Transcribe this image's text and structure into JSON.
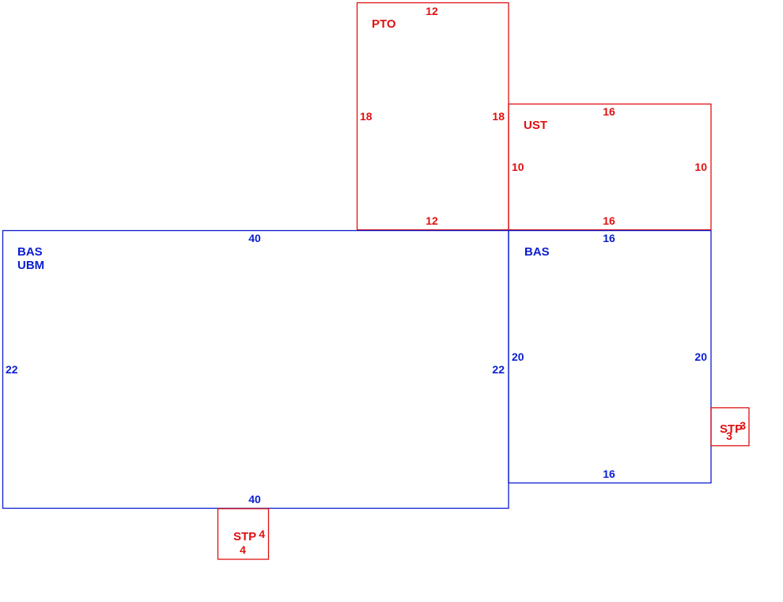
{
  "colors": {
    "blue": "#0a1ed0",
    "red": "#e01010"
  },
  "areas": {
    "pto": {
      "label": "PTO",
      "top": "12",
      "bottom": "12",
      "left": "18",
      "right": "18"
    },
    "ust": {
      "label": "UST",
      "top": "16",
      "bottom": "16",
      "left": "10",
      "right": "10"
    },
    "bas_main": {
      "label_line1": "BAS",
      "label_line2": "UBM",
      "top": "40",
      "bottom": "40",
      "left": "22",
      "right": "22"
    },
    "bas_right": {
      "label": "BAS",
      "top": "16",
      "bottom": "16",
      "left": "20",
      "right": "20"
    },
    "stp_bottom": {
      "label": "STP",
      "width": "4",
      "depth": "4"
    },
    "stp_right": {
      "label": "STP",
      "width": "3",
      "depth": "3"
    }
  }
}
